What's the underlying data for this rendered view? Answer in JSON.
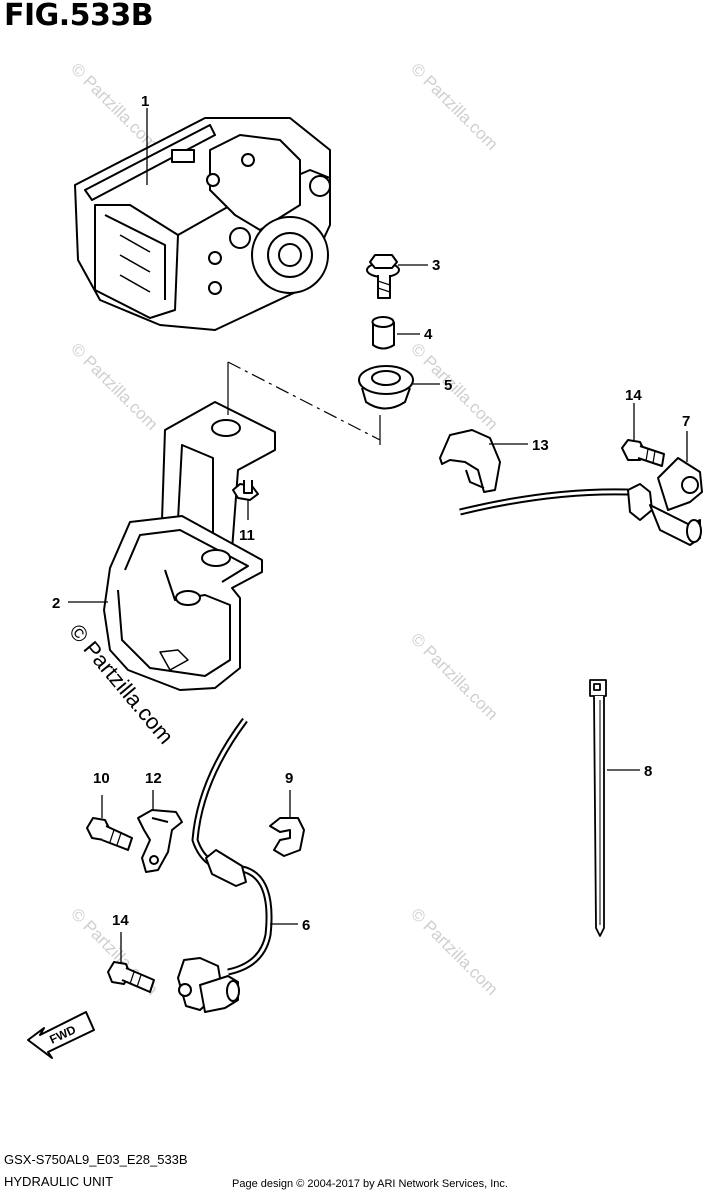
{
  "figure": {
    "title": "FIG.533B",
    "model_code": "GSX-S750AL9_E03_E28_533B",
    "unit_name": "HYDRAULIC UNIT",
    "copyright": "Page design © 2004-2017 by ARI Network Services, Inc."
  },
  "watermark": {
    "text": "© Partzilla.com",
    "prominent_text": "© Partzilla.com"
  },
  "direction_arrow": {
    "label": "FWD"
  },
  "callouts": [
    {
      "id": "1",
      "part": "hydraulic-unit"
    },
    {
      "id": "2",
      "part": "bracket"
    },
    {
      "id": "3",
      "part": "bolt"
    },
    {
      "id": "4",
      "part": "spacer"
    },
    {
      "id": "5",
      "part": "grommet"
    },
    {
      "id": "6",
      "part": "rear-wheel-speed-sensor"
    },
    {
      "id": "7",
      "part": "front-wheel-speed-sensor"
    },
    {
      "id": "8",
      "part": "cable-tie"
    },
    {
      "id": "9",
      "part": "clamp"
    },
    {
      "id": "10",
      "part": "bolt"
    },
    {
      "id": "11",
      "part": "bolt"
    },
    {
      "id": "12",
      "part": "clamp"
    },
    {
      "id": "13",
      "part": "clamp"
    },
    {
      "id": "14",
      "part": "bolt"
    },
    {
      "id": "14",
      "part": "bolt"
    }
  ]
}
